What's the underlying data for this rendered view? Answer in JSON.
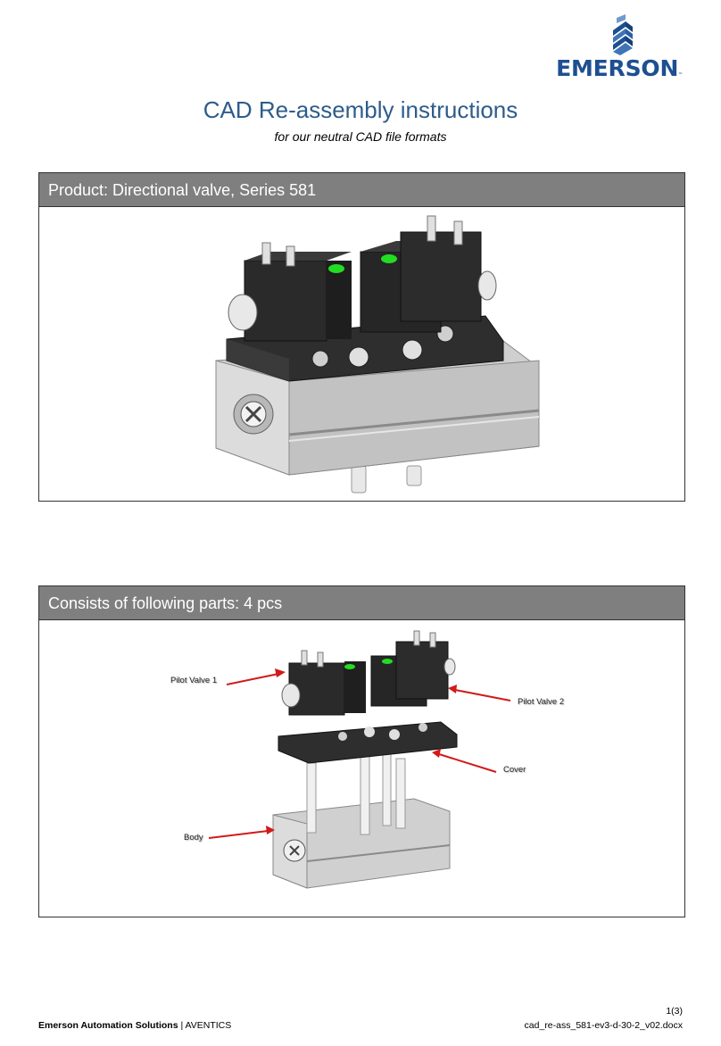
{
  "header": {
    "logo_text": "EMERSON",
    "logo_tm": "™",
    "title": "CAD Re-assembly instructions",
    "subtitle": "for our neutral CAD file formats"
  },
  "sections": [
    {
      "heading": "Product: Directional valve, Series 581"
    },
    {
      "heading": "Consists of following parts: 4 pcs",
      "callouts": {
        "pilot_valve_1": "Pilot Valve 1",
        "pilot_valve_2": "Pilot Valve 2",
        "cover": "Cover",
        "body": "Body"
      }
    }
  ],
  "footer": {
    "company": "Emerson Automation Solutions",
    "separator": " | ",
    "brand": "AVENTICS",
    "page": "1(3)",
    "filename": "cad_re-ass_581-ev3-d-30-2_v02.docx"
  },
  "colors": {
    "brand_blue": "#1d4f91",
    "title_blue": "#2e5c8a",
    "section_header_bg": "#7f7f7f",
    "indicator_green": "#22dd22",
    "callout_arrow": "#d11a1a"
  }
}
